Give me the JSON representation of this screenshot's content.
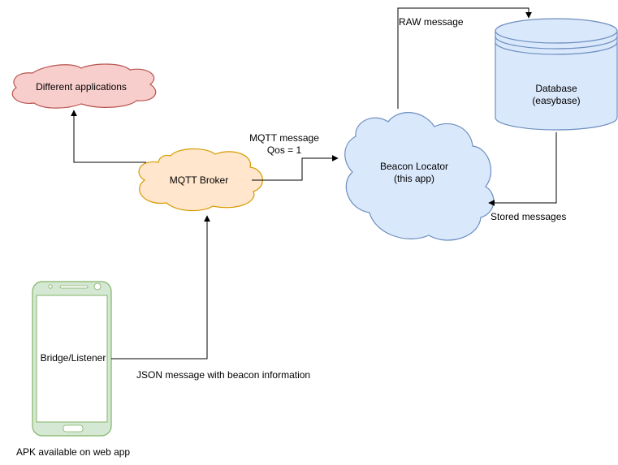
{
  "nodes": {
    "different_applications": "Different applications",
    "mqtt_broker": "MQTT Broker",
    "beacon_locator": {
      "line1": "Beacon Locator",
      "line2": "(this app)"
    },
    "database": {
      "line1": "Database",
      "line2": "(easybase)"
    },
    "bridge_listener": "Bridge/Listener"
  },
  "edges": {
    "raw_message": "RAW message",
    "mqtt_message": {
      "line1": "MQTT message",
      "line2": "Qos = 1"
    },
    "stored_messages": "Stored messages",
    "json_message": "JSON message with beacon information"
  },
  "notes": {
    "apk": "APK available on web app"
  },
  "colors": {
    "pink_fill": "#f8cecc",
    "pink_stroke": "#b85450",
    "orange_fill": "#ffe6cc",
    "orange_stroke": "#d79b00",
    "blue_fill": "#dae8fc",
    "blue_stroke": "#6c8ebf",
    "green_fill": "#d5e8d4",
    "green_stroke": "#82b366"
  }
}
